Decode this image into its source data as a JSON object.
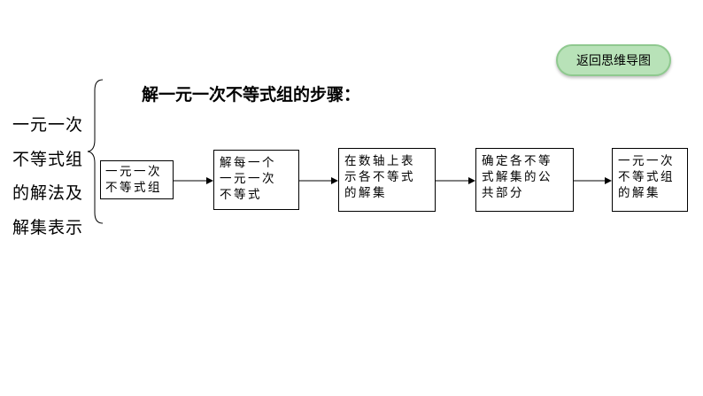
{
  "return_button": {
    "label": "返回思维导图"
  },
  "side_title": {
    "lines": [
      "一元一次",
      "不等式组",
      "的解法及",
      "解集表示"
    ]
  },
  "heading": "解一元一次不等式组的步骤：",
  "flow": {
    "steps": [
      {
        "lines": [
          "一元一次",
          "不等式组"
        ]
      },
      {
        "lines": [
          "解每一个",
          "一元一次",
          "不等式"
        ]
      },
      {
        "lines": [
          "在数轴上表",
          "示各不等式",
          "的解集"
        ]
      },
      {
        "lines": [
          "确定各不等",
          "式解集的公",
          "共部分"
        ]
      },
      {
        "lines": [
          "一元一次",
          "不等式组",
          "的解集"
        ]
      }
    ]
  }
}
